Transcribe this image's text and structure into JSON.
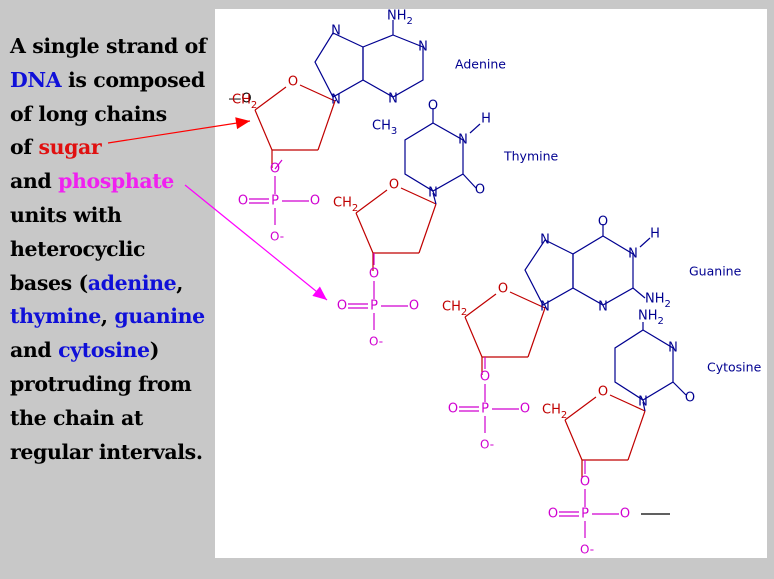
{
  "caption": {
    "l1": "A single strand of",
    "dna": "DNA",
    "l2": " is composed",
    "l3": "of long chains",
    "of": "of ",
    "sugar": "sugar",
    "and": "and ",
    "phosphate": "phosphate",
    "l6": "units with",
    "l7": "heterocyclic",
    "l8a": "bases (",
    "adenine": "adenine",
    "comma1": ",",
    "thymine": "thymine",
    "comma2": ", ",
    "guanine": "guanine",
    "and2": "and ",
    "cytosine": "cytosine",
    "paren": ")",
    "l11": "protruding from",
    "l12": "the chain at",
    "l13": "regular intervals."
  },
  "labels": {
    "adenine": "Adenine",
    "thymine": "Thymine",
    "guanine": "Guanine",
    "cytosine": "Cytosine"
  },
  "atoms": {
    "O": "O",
    "N": "N",
    "H": "H",
    "P": "P",
    "CH2": "CH",
    "sub2": "2",
    "CH3": "CH",
    "sub3": "3",
    "NH2": "NH",
    "Ominus": "O-",
    "dashO": "—O"
  },
  "colors": {
    "sugar": "#c00000",
    "phosphate": "#d000d0",
    "base": "#000090",
    "arrow_sugar": "#ff0000",
    "arrow_phosphate": "#ff00ff"
  }
}
